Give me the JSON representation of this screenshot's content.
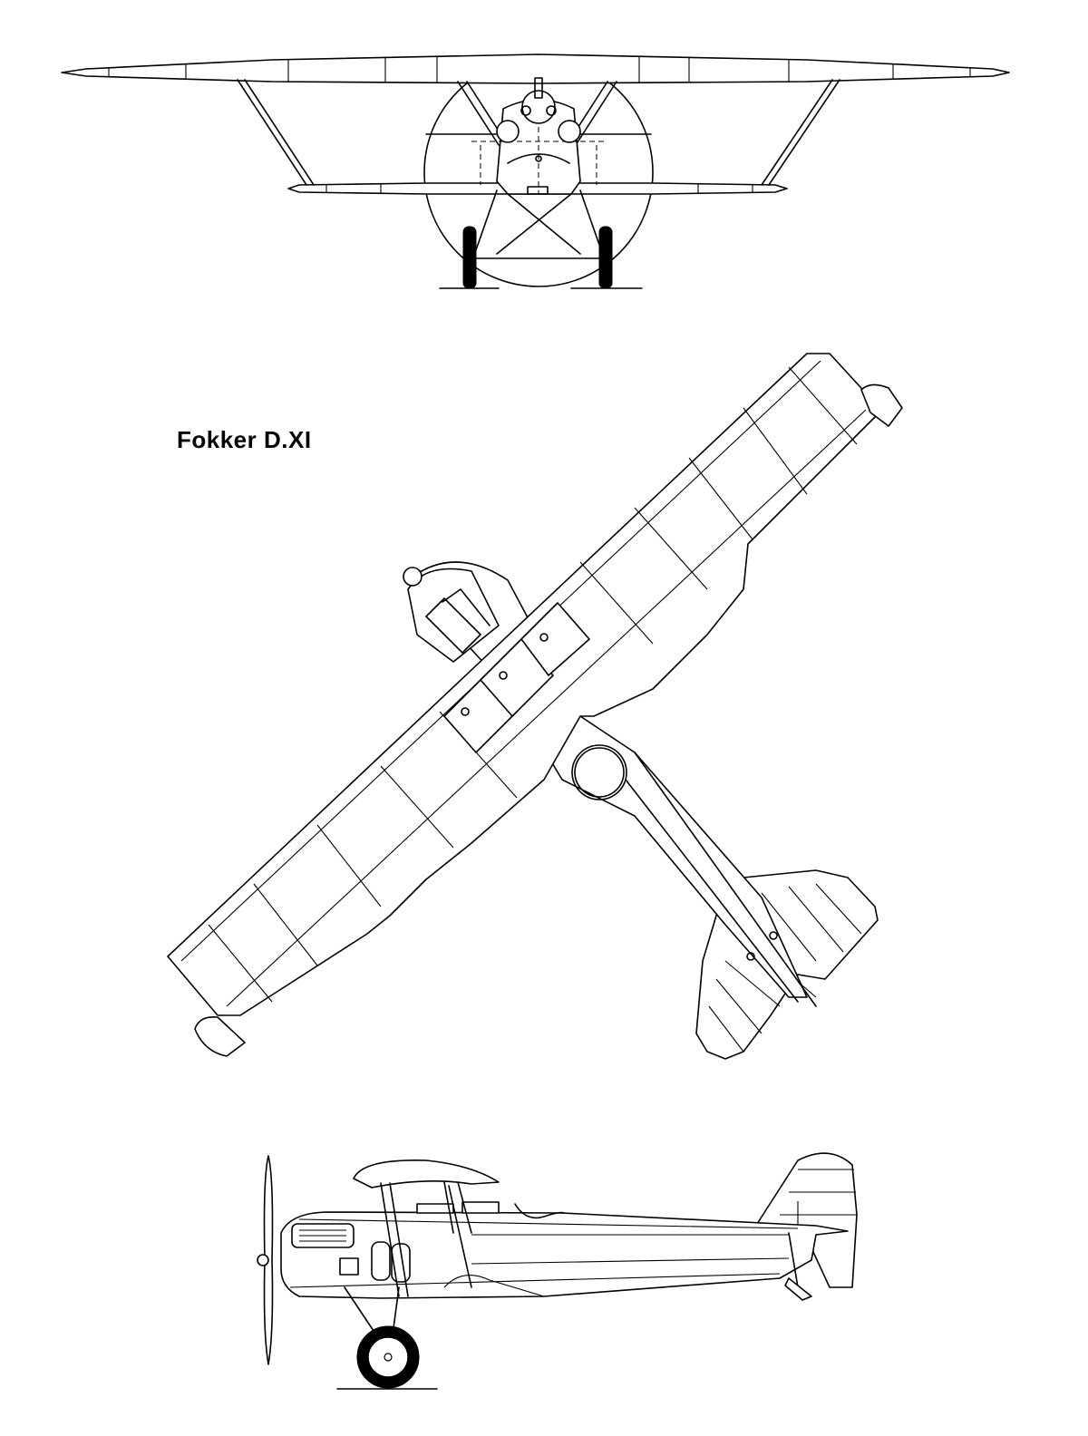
{
  "title": "Fokker D.XI",
  "views": {
    "front": "front-view",
    "top": "top-view",
    "side": "side-view"
  },
  "colors": {
    "line": "#000000",
    "background": "#ffffff"
  }
}
